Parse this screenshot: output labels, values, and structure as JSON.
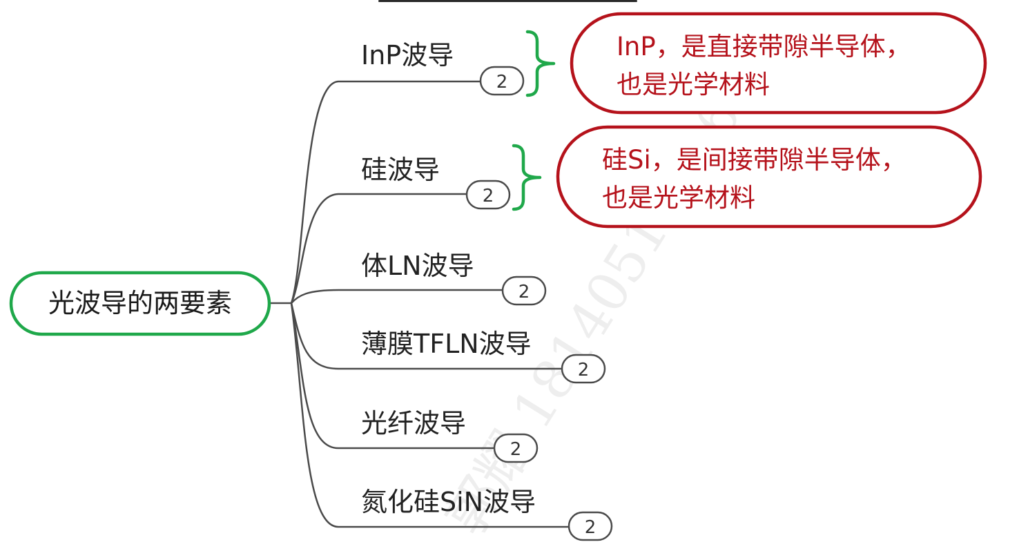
{
  "root": {
    "label": "光波导的两要素"
  },
  "branches": [
    {
      "label": "InP波导",
      "badge": "2"
    },
    {
      "label": "硅波导",
      "badge": "2"
    },
    {
      "label": "体LN波导",
      "badge": "2"
    },
    {
      "label": "薄膜TFLN波导",
      "badge": "2"
    },
    {
      "label": "光纤波导",
      "badge": "2"
    },
    {
      "label": "氮化硅SiN波导",
      "badge": "2"
    }
  ],
  "callouts": [
    {
      "lines": [
        "InP，是直接带隙半导体，",
        "也是光学材料"
      ]
    },
    {
      "lines": [
        "硅Si，是间接带隙半导体，",
        "也是光学材料"
      ]
    }
  ],
  "watermark": {
    "text": "郭耀 18140517646"
  },
  "colors": {
    "root_border": "#1fa84a",
    "brace": "#1fa84a",
    "callout_border": "#b5121b",
    "callout_text": "#b5121b",
    "edge": "#4a4a4a"
  }
}
